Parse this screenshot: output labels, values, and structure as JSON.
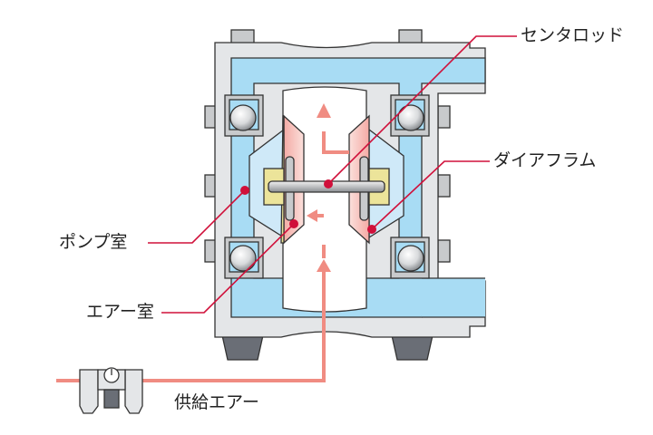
{
  "labels": {
    "center_rod": "センタロッド",
    "diaphragm": "ダイアフラム",
    "pump_chamber": "ポンプ室",
    "air_chamber": "エアー室",
    "supply_air": "供給エアー"
  },
  "colors": {
    "leader": "#d0103a",
    "arrow": "#f08c82",
    "body": "#e4e6e8",
    "fluid": "#a8dcf4",
    "air": "#f4aaa4",
    "plate": "#ece49a"
  }
}
